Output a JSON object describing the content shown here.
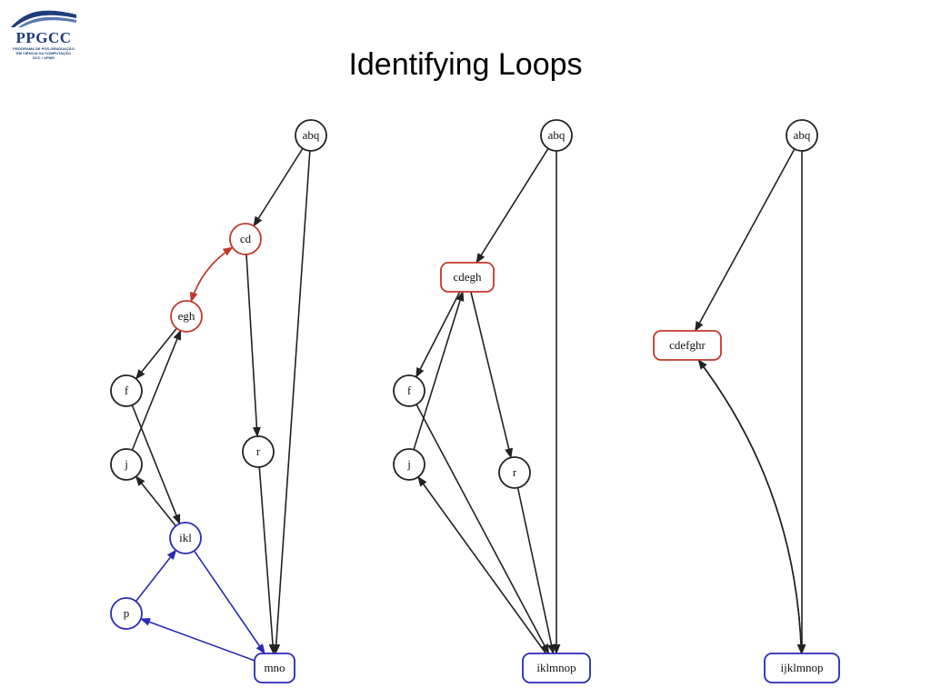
{
  "logo": {
    "brand": "PPGCC",
    "tagline_lines": [
      "PROGRAMA DE PÓS-GRADUAÇÃO",
      "EM CIÊNCIA DA COMPUTAÇÃO",
      "DCC • UFMG"
    ]
  },
  "slide": {
    "title": "Identifying Loops"
  },
  "colors": {
    "default": "#222222",
    "loop_outer": "#c0392b",
    "loop_inner": "#2a2ab8"
  },
  "graphs": [
    {
      "id": "g1",
      "nodes": [
        {
          "id": "abq",
          "label": "abq",
          "shape": "circle",
          "color": "default"
        },
        {
          "id": "cd",
          "label": "cd",
          "shape": "circle",
          "color": "loop_outer"
        },
        {
          "id": "egh",
          "label": "egh",
          "shape": "circle",
          "color": "loop_outer"
        },
        {
          "id": "f",
          "label": "f",
          "shape": "circle",
          "color": "default"
        },
        {
          "id": "j",
          "label": "j",
          "shape": "circle",
          "color": "default"
        },
        {
          "id": "r",
          "label": "r",
          "shape": "circle",
          "color": "default"
        },
        {
          "id": "ikl",
          "label": "ikl",
          "shape": "circle",
          "color": "loop_inner"
        },
        {
          "id": "p",
          "label": "p",
          "shape": "circle",
          "color": "loop_inner"
        },
        {
          "id": "mno",
          "label": "mno",
          "shape": "box",
          "color": "loop_inner"
        }
      ],
      "edges": [
        {
          "from": "abq",
          "to": "cd",
          "color": "default"
        },
        {
          "from": "abq",
          "to": "mno",
          "color": "default"
        },
        {
          "from": "cd",
          "to": "egh",
          "color": "loop_outer",
          "curve": "left"
        },
        {
          "from": "egh",
          "to": "cd",
          "color": "loop_outer",
          "curve": "right"
        },
        {
          "from": "cd",
          "to": "r",
          "color": "default"
        },
        {
          "from": "egh",
          "to": "f",
          "color": "default"
        },
        {
          "from": "j",
          "to": "egh",
          "color": "default"
        },
        {
          "from": "f",
          "to": "ikl",
          "color": "default"
        },
        {
          "from": "ikl",
          "to": "j",
          "color": "default"
        },
        {
          "from": "r",
          "to": "mno",
          "color": "default"
        },
        {
          "from": "ikl",
          "to": "mno",
          "color": "loop_inner"
        },
        {
          "from": "p",
          "to": "ikl",
          "color": "loop_inner"
        },
        {
          "from": "mno",
          "to": "p",
          "color": "loop_inner"
        }
      ]
    },
    {
      "id": "g2",
      "nodes": [
        {
          "id": "abq",
          "label": "abq",
          "shape": "circle",
          "color": "default"
        },
        {
          "id": "cdegh",
          "label": "cdegh",
          "shape": "box",
          "color": "loop_outer"
        },
        {
          "id": "f",
          "label": "f",
          "shape": "circle",
          "color": "default"
        },
        {
          "id": "j",
          "label": "j",
          "shape": "circle",
          "color": "default"
        },
        {
          "id": "r",
          "label": "r",
          "shape": "circle",
          "color": "default"
        },
        {
          "id": "iklmnop",
          "label": "iklmnop",
          "shape": "box",
          "color": "loop_inner"
        }
      ],
      "edges": [
        {
          "from": "abq",
          "to": "cdegh",
          "color": "default"
        },
        {
          "from": "abq",
          "to": "iklmnop",
          "color": "default"
        },
        {
          "from": "cdegh",
          "to": "f",
          "color": "default"
        },
        {
          "from": "j",
          "to": "cdegh",
          "color": "default"
        },
        {
          "from": "cdegh",
          "to": "r",
          "color": "default"
        },
        {
          "from": "f",
          "to": "iklmnop",
          "color": "default"
        },
        {
          "from": "iklmnop",
          "to": "j",
          "color": "default"
        },
        {
          "from": "r",
          "to": "iklmnop",
          "color": "default"
        }
      ]
    },
    {
      "id": "g3",
      "nodes": [
        {
          "id": "abq",
          "label": "abq",
          "shape": "circle",
          "color": "default"
        },
        {
          "id": "cdefghr",
          "label": "cdefghr",
          "shape": "box",
          "color": "loop_outer"
        },
        {
          "id": "ijklmnop",
          "label": "ijklmnop",
          "shape": "box",
          "color": "loop_inner"
        }
      ],
      "edges": [
        {
          "from": "abq",
          "to": "cdefghr",
          "color": "default"
        },
        {
          "from": "abq",
          "to": "ijklmnop",
          "color": "default"
        },
        {
          "from": "cdefghr",
          "to": "ijklmnop",
          "color": "default",
          "curve": "right"
        },
        {
          "from": "ijklmnop",
          "to": "cdefghr",
          "color": "default",
          "curve": "left"
        }
      ]
    }
  ]
}
